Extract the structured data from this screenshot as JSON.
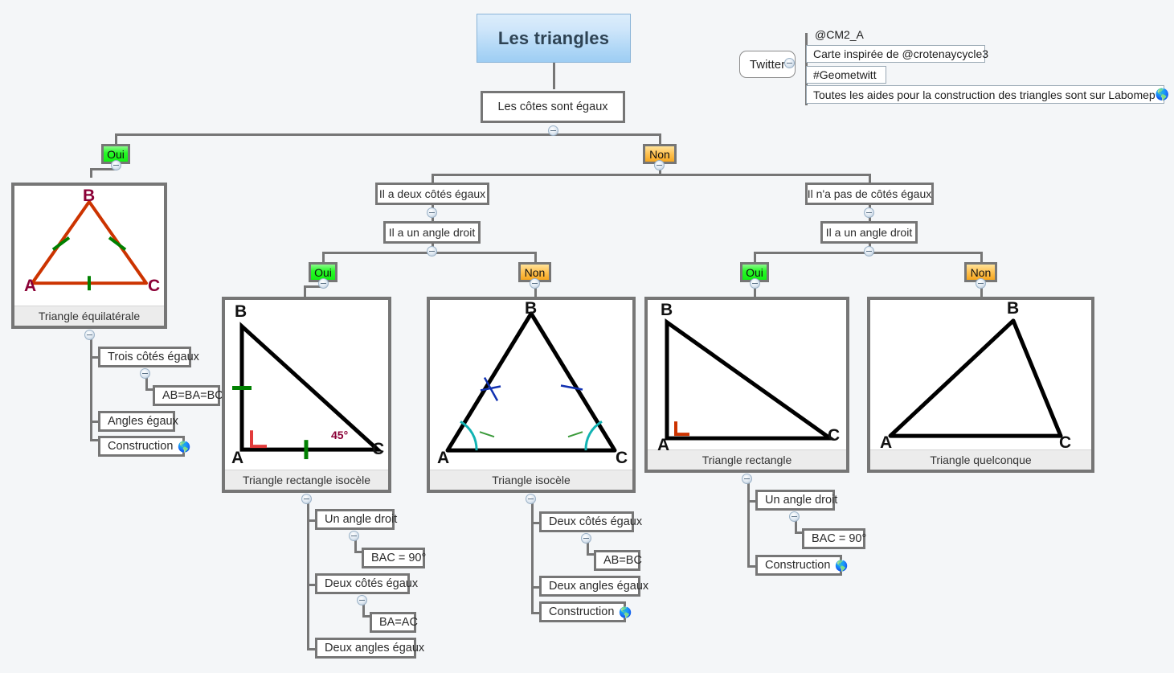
{
  "root": {
    "title": "Les triangles"
  },
  "question_root": {
    "label": "Les côtes sont égaux"
  },
  "branches": {
    "oui_root": "Oui",
    "non_root": "Non",
    "two_equal_sides": "Il a deux côtés égaux",
    "no_equal_sides": "Il n'a pas de côtés égaux",
    "right_angle_left": "Il a un angle droit",
    "right_angle_right": "Il a un angle droit",
    "oui_left": "Oui",
    "non_left": "Non",
    "oui_right": "Oui",
    "non_right": "Non"
  },
  "twitter": {
    "pill": "Twitter",
    "handle": "@CM2_A",
    "inspired": "Carte inspirée de @crotenaycycle3",
    "hashtag": "#Geometwitt",
    "help": "Toutes les aides pour la construction des triangles sont sur Labomep",
    "globe": "🌎"
  },
  "figures": {
    "equilateral": {
      "caption": "Triangle équilatérale",
      "vertices": {
        "a": "A",
        "b": "B",
        "c": "C"
      },
      "stroke": "#cc3300",
      "label_color": "#8b0036",
      "tick_color": "#008000"
    },
    "right_isoceles": {
      "caption": "Triangle rectangle isocèle",
      "vertices": {
        "a": "A",
        "b": "B",
        "c": "C"
      },
      "angle": "45°",
      "stroke": "#000000",
      "right_angle_color": "#e23b3b",
      "angle_label_color": "#8b0036",
      "tick_color": "#008000"
    },
    "isoceles": {
      "caption": "Triangle isocèle",
      "vertices": {
        "a": "A",
        "b": "B",
        "c": "C"
      },
      "stroke": "#000000",
      "tick_color": "#1030b0",
      "arc_color": "#12b3b3"
    },
    "right": {
      "caption": "Triangle rectangle",
      "vertices": {
        "a": "A",
        "b": "B",
        "c": "C"
      },
      "stroke": "#000000",
      "right_angle_color": "#cc3300"
    },
    "scalene": {
      "caption": "Triangle quelconque",
      "vertices": {
        "a": "A",
        "b": "B",
        "c": "C"
      },
      "stroke": "#000000"
    }
  },
  "details": {
    "equilateral": [
      {
        "label": "Trois côtés égaux"
      },
      {
        "label": "AB=BA=BC"
      },
      {
        "label": "Angles égaux"
      },
      {
        "label": "Construction",
        "globe": "🌎"
      }
    ],
    "right_isoceles": [
      {
        "label": "Un angle droit"
      },
      {
        "label": "BAC = 90°"
      },
      {
        "label": "Deux côtés égaux"
      },
      {
        "label": "BA=AC"
      },
      {
        "label": "Deux angles égaux"
      }
    ],
    "isoceles": [
      {
        "label": "Deux côtés égaux"
      },
      {
        "label": "AB=BC"
      },
      {
        "label": "Deux angles égaux"
      },
      {
        "label": "Construction",
        "globe": "🌎"
      }
    ],
    "right": [
      {
        "label": "Un angle droit"
      },
      {
        "label": "BAC = 90°"
      },
      {
        "label": "Construction",
        "globe": "🌎"
      }
    ]
  },
  "colors": {
    "background": "#f4f6f8",
    "connector": "#767676",
    "node_border": "#767676",
    "yes": "#27f927",
    "no": "#ffc457",
    "root_blue": "#aed6f6"
  }
}
